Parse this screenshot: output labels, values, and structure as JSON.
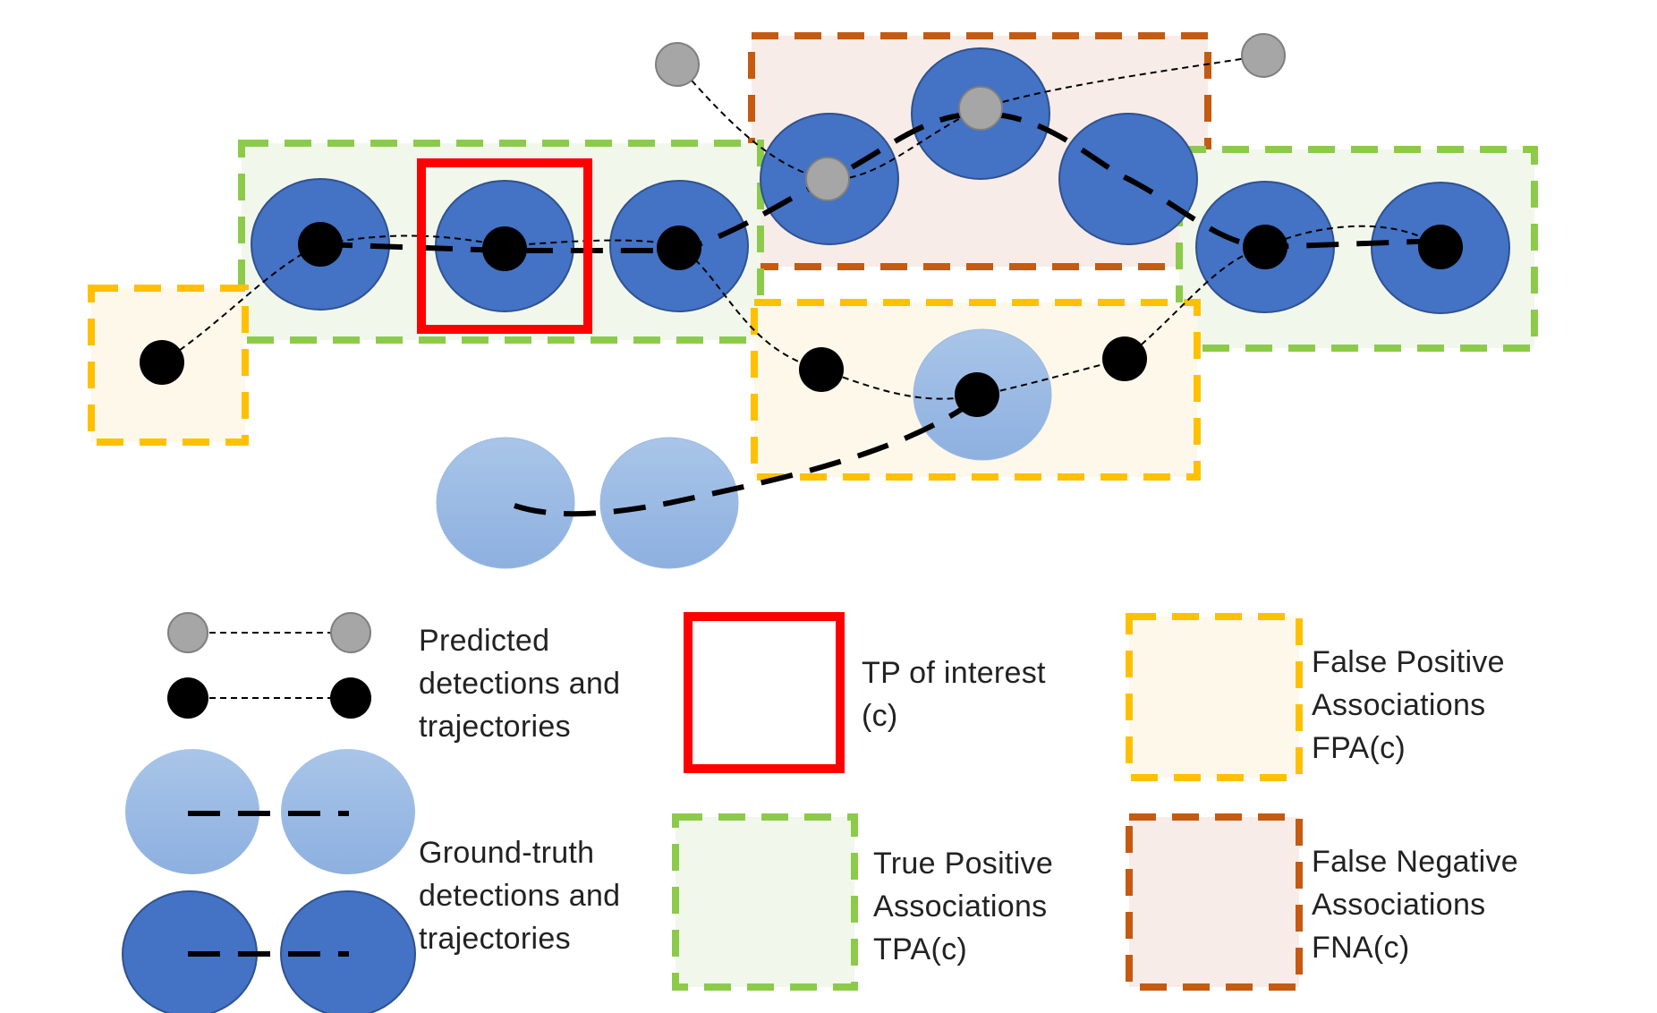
{
  "colors": {
    "gt_dark": "#4472C4",
    "gt_light_top": "#A9C5E8",
    "gt_light_bottom": "#8DB0E0",
    "pred_black": "#000000",
    "pred_gray": "#A6A6A6",
    "tp_of_interest": "#FF0000",
    "tpa_stroke": "#8CCB4A",
    "tpa_fill": "#F2F7EC",
    "fpa_stroke": "#FFC000",
    "fpa_fill": "#FEF8EA",
    "fna_stroke": "#C55A11",
    "fna_fill": "#F8ECE8"
  },
  "legend": {
    "predicted": [
      "Predicted",
      "detections and",
      "trajectories"
    ],
    "ground_truth": [
      "Ground-truth",
      "detections and",
      "trajectories"
    ],
    "tp_of_interest": [
      "TP of interest",
      "(c)"
    ],
    "tpa": [
      "True Positive",
      "Associations",
      "TPA(c)"
    ],
    "fpa": [
      "False Positive",
      "Associations",
      "FPA(c)"
    ],
    "fna": [
      "False Negative",
      "Associations",
      "FNA(c)"
    ]
  }
}
